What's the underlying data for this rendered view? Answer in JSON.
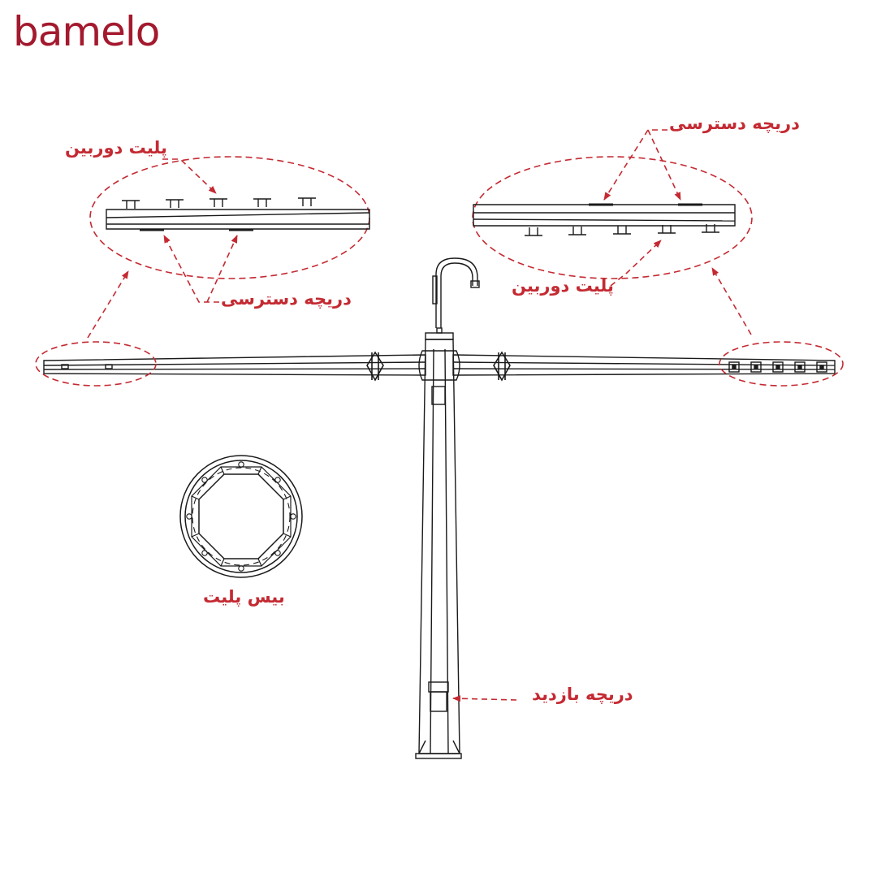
{
  "brand": {
    "name": "bamelo",
    "color": "#a3192e"
  },
  "colors": {
    "label": "#c42a32",
    "line": "#1a1a1a",
    "dashed": "#c42a32"
  },
  "labels": {
    "detail_left_camera_plate": "پلیت دوربین",
    "detail_left_access_hatch": "دریچه دسترسی",
    "detail_right_access_hatch": "دریچه دسترسی",
    "detail_right_camera_plate": "پلیت دوربین",
    "base_plate": "بیس پلیت",
    "inspection_hatch": "دریچه بازدید"
  }
}
